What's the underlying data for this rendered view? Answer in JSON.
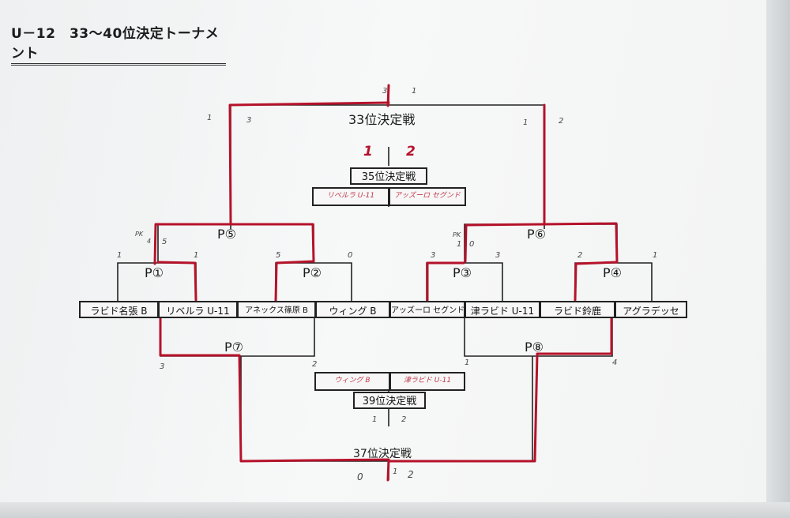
{
  "title": "U－12　33〜40位決定トーナメント",
  "teams": [
    "ラビド名張 B",
    "リベルラ U-11",
    "アネックス篠原 B",
    "ウィング B",
    "アッズーロ セグンド",
    "津ラビド U-11",
    "ラビド鈴鹿",
    "アグラデッセ"
  ],
  "matches": {
    "p1": "P①",
    "p2": "P②",
    "p3": "P③",
    "p4": "P④",
    "p5": "P⑤",
    "p6": "P⑥",
    "p7": "P⑦",
    "p8": "P⑧",
    "final33": "33位決定戦",
    "final35": "35位決定戦",
    "final37": "37位決定戦",
    "final39": "39位決定戦"
  },
  "handwritten": {
    "m35_left": "リベルラ U-11",
    "m35_right": "アッズーロ セグンド",
    "m39_left": "ウィング B",
    "m39_right": "津ラビド U-11"
  },
  "scores": {
    "m33_top_left": "3",
    "m33_top_right": "1",
    "m33_left": "3",
    "m33_left_outer": "1",
    "m33_right": "2",
    "m33_right_outer": "1",
    "m35_left": "1",
    "m35_right": "2",
    "p5_left_pk": "PK",
    "p5_left_pk2": "4",
    "p5_left": "5",
    "p6_left": "1",
    "p6_left_pk": "PK",
    "p6_left2": "0",
    "p1_left": "1",
    "p1_right": "1",
    "p2_left": "5",
    "p2_right": "0",
    "p3_left": "3",
    "p3_right": "3",
    "p4_left": "2",
    "p4_right": "1",
    "p7_left": "3",
    "p7_right": "2",
    "p8_left": "1",
    "p8_right": "4",
    "m39_left": "1",
    "m39_right": "2",
    "m37_left": "0",
    "m37_mid": "1",
    "m37_right": "2"
  },
  "colors": {
    "ink": "#222222",
    "winner_line": "#b5122a",
    "handwriting": "#c0394a"
  }
}
